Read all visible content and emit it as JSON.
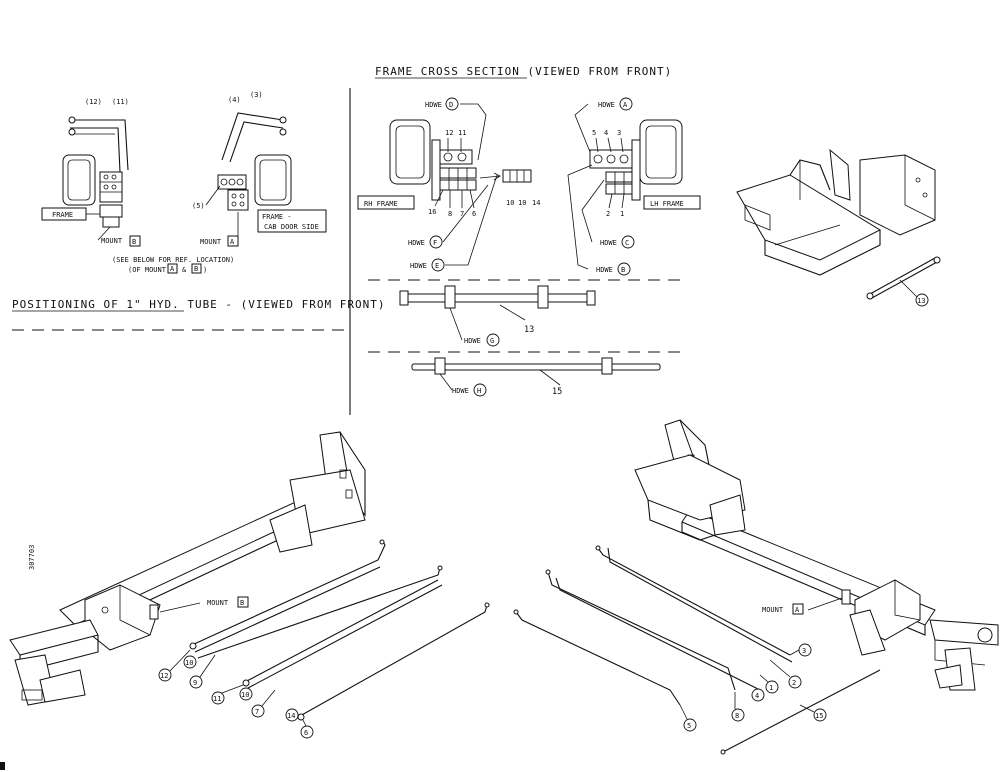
{
  "headings": {
    "frame_cross_section": "FRAME CROSS SECTION  (VIEWED FROM FRONT)",
    "positioning": "POSITIONING OF 1\" HYD. TUBE - (VIEWED FROM FRONT)"
  },
  "drawing_number": "307703",
  "left_detail": {
    "labels": {
      "frame": "FRAME",
      "frame_cab_door_line1": "FRAME -",
      "frame_cab_door_line2": "CAB DOOR SIDE",
      "mount_b": "MOUNT",
      "mount_b_letter": "B",
      "mount_a": "MOUNT",
      "mount_a_letter": "A",
      "see_below_line1": "(SEE BELOW FOR REF. LOCATION)",
      "see_below_line2_a": "(OF MOUNT",
      "see_below_line2_b": "&",
      "see_below_line2_c": ")"
    },
    "callouts": [
      "(12)",
      "(11)",
      "(4)",
      "(3)",
      "(5)"
    ]
  },
  "cross_section": {
    "rh_frame": "RH FRAME",
    "lh_frame": "LH FRAME",
    "hdwe_prefix": "HDWE",
    "hdwe_letters": [
      "D",
      "A",
      "F",
      "C",
      "E",
      "B",
      "G",
      "H"
    ],
    "rh_top_numbers": [
      "12",
      "11"
    ],
    "rh_bottom_numbers": [
      "16",
      "8",
      "7",
      "6"
    ],
    "mid_numbers": [
      "10",
      "10",
      "14"
    ],
    "lh_top_numbers": [
      "5",
      "4",
      "3"
    ],
    "lh_bottom_numbers": [
      "2",
      "1"
    ],
    "tube_13_label": "13",
    "tube_15_label": "15"
  },
  "iso_views": {
    "mount_b": "MOUNT",
    "mount_b_letter": "B",
    "mount_a": "MOUNT",
    "mount_a_letter": "A",
    "right_top_callout": "13",
    "left_callouts": [
      "12",
      "10",
      "9",
      "11",
      "10",
      "7",
      "14",
      "6"
    ],
    "right_callouts": [
      "3",
      "2",
      "1",
      "4",
      "8",
      "5",
      "15"
    ]
  }
}
